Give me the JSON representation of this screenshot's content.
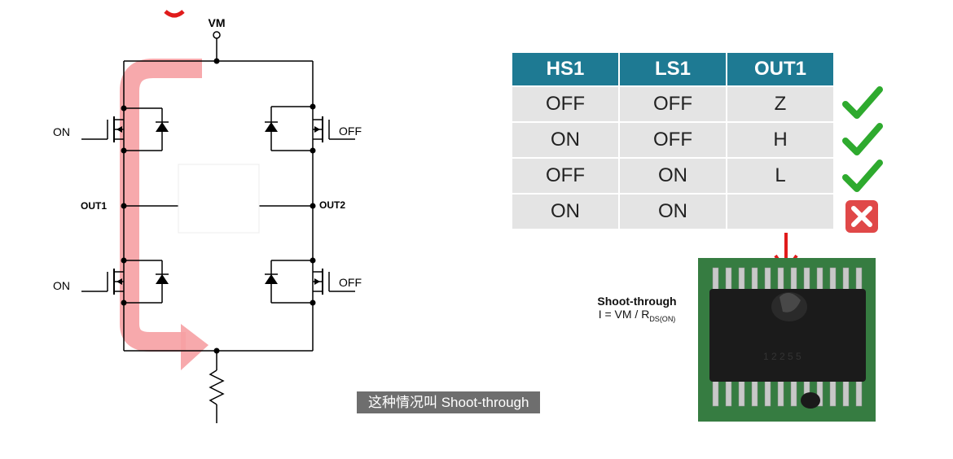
{
  "diagram": {
    "supply_label": "VM",
    "out1_label": "OUT1",
    "out2_label": "OUT2",
    "left_top_state": "ON",
    "left_bottom_state": "ON",
    "right_top_state": "OFF",
    "right_bottom_state": "OFF"
  },
  "truth_table": {
    "headers": [
      "HS1",
      "LS1",
      "OUT1"
    ],
    "rows": [
      {
        "hs1": "OFF",
        "ls1": "OFF",
        "out1": "Z",
        "status": "check-icon"
      },
      {
        "hs1": "ON",
        "ls1": "OFF",
        "out1": "H",
        "status": "check-icon"
      },
      {
        "hs1": "OFF",
        "ls1": "ON",
        "out1": "L",
        "status": "check-icon"
      },
      {
        "hs1": "ON",
        "ls1": "ON",
        "out1": "",
        "status": "cross-icon"
      }
    ]
  },
  "shoot_through": {
    "title": "Shoot-through",
    "formula_prefix": "I = VM / R",
    "formula_subscript": "DS(ON)"
  },
  "subtitle": "这种情况叫 Shoot-through",
  "colors": {
    "header_bg": "#1e7a93",
    "cell_bg": "#e4e4e4",
    "check": "#2eaa2e",
    "cross": "#e04848",
    "current_path": "#f6a0a3",
    "arrow_red": "#e01b1b"
  }
}
